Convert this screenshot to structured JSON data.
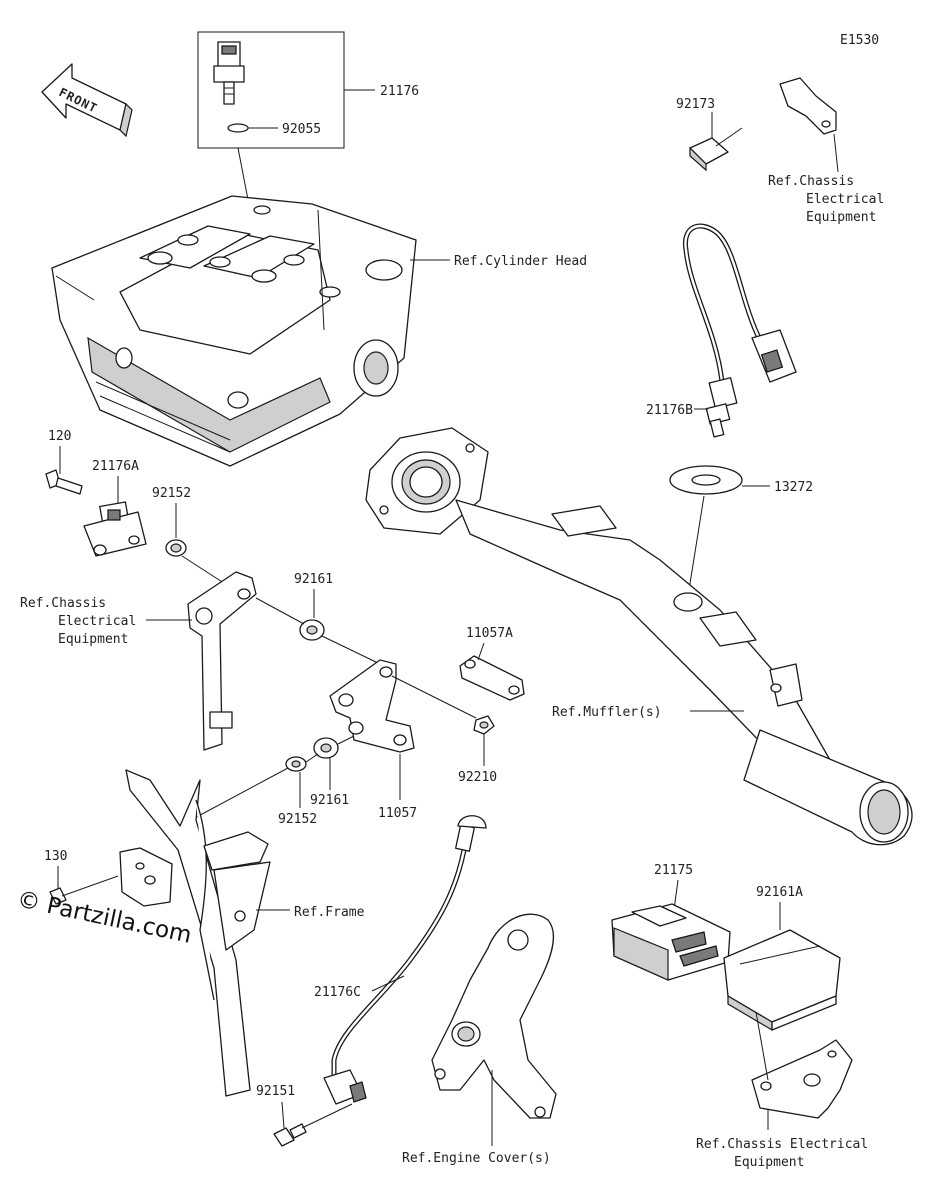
{
  "diagram_id": "E1530",
  "front_label": "FRONT",
  "watermark": "© Partzilla.com",
  "labels": {
    "p21176": "21176",
    "p92055": "92055",
    "p92173": "92173",
    "ref_chassis_1_a": "Ref.Chassis",
    "ref_chassis_1_b": "Electrical",
    "ref_chassis_1_c": "Equipment",
    "ref_cylinder_head": "Ref.Cylinder Head",
    "p21176B": "21176B",
    "p13272": "13272",
    "p120": "120",
    "p21176A": "21176A",
    "p92152_top": "92152",
    "ref_chassis_2_a": "Ref.Chassis",
    "ref_chassis_2_b": "Electrical",
    "ref_chassis_2_c": "Equipment",
    "p92161_top": "92161",
    "p11057A": "11057A",
    "ref_mufflers": "Ref.Muffler(s)",
    "p92210": "92210",
    "p92161_bot": "92161",
    "p92152_bot": "92152",
    "p11057": "11057",
    "p130": "130",
    "ref_frame": "Ref.Frame",
    "p21175": "21175",
    "p92161A": "92161A",
    "p21176C": "21176C",
    "p92151": "92151",
    "ref_engine_cover": "Ref.Engine Cover(s)",
    "ref_chassis_3_a": "Ref.Chassis Electrical",
    "ref_chassis_3_b": "Equipment"
  }
}
